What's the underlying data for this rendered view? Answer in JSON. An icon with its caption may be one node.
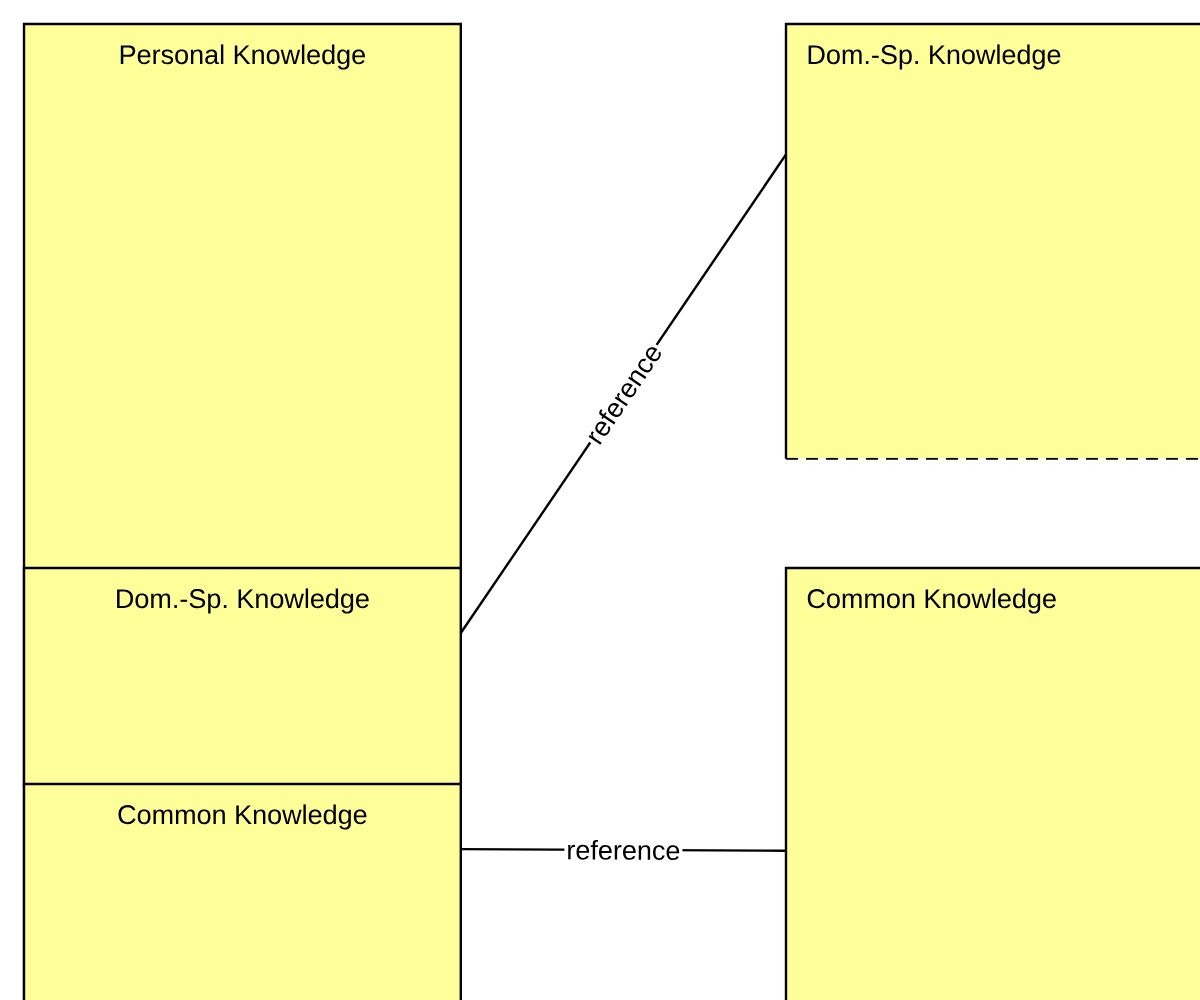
{
  "diagram": {
    "nodes": [
      {
        "text": [
          "Personal Knowledge"
        ]
      },
      {
        "text": [
          "Dom.-Sp. Knowledge"
        ],
        "in": 0
      },
      {
        "text": [
          "Common Knowledge"
        ],
        "in": 0
      },
      {
        "text": [
          "Dom.-Sp. Knowledge"
        ]
      },
      {
        "text": [
          "Common Knowledge"
        ]
      }
    ],
    "edges": [
      {
        "from": 1,
        "to": 3,
        "arrow": "none",
        "label": "reference"
      },
      {
        "from": 2,
        "to": 4,
        "arrow": "none",
        "label": "reference"
      }
    ]
  }
}
